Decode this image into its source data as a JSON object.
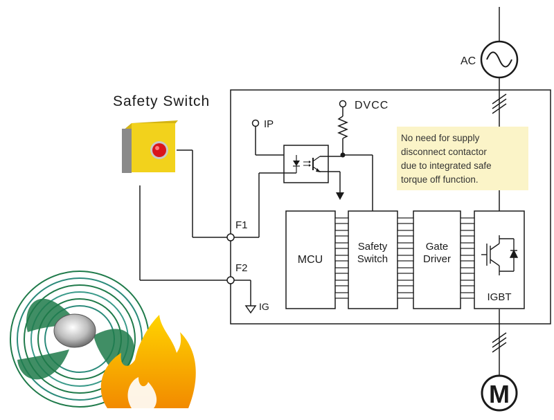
{
  "title": "Safety Switch",
  "supply": {
    "ac_label": "AC",
    "dvcc_label": "DVCC",
    "ip_label": "IP",
    "ig_label": "IG"
  },
  "terminals": {
    "f1": "F1",
    "f2": "F2"
  },
  "blocks": {
    "mcu": "MCU",
    "safety_switch": [
      "Safety",
      "Switch"
    ],
    "gate_driver": [
      "Gate",
      "Driver"
    ],
    "igbt": "IGBT"
  },
  "motor_label": "M",
  "note_lines": [
    "No need for supply",
    "disconnect contactor",
    "due to integrated safe",
    "torque off function."
  ],
  "colors": {
    "wire": "#1a1a1a",
    "note_bg": "#fbf4c8",
    "button_body": "#f2d21c",
    "button_red": "#d9141b",
    "fan_green": "#1f7a4a",
    "fire_orange": "#f28a00",
    "fire_yellow": "#ffd400"
  },
  "icons": [
    "safety-switch-button-icon",
    "fan-icon",
    "fire-icon",
    "motor-icon",
    "ac-source-icon",
    "igbt-symbol-icon",
    "optocoupler-icon",
    "resistor-icon"
  ]
}
